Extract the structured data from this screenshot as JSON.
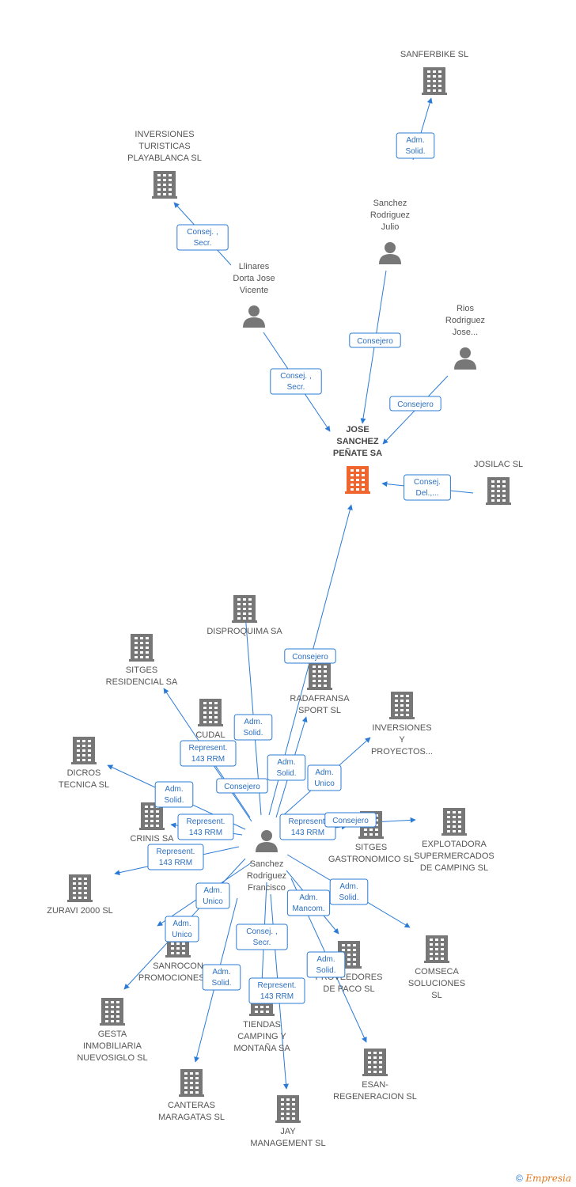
{
  "colors": {
    "edge": "#2b7bd6",
    "company": "#777777",
    "focus": "#f0642e",
    "person": "#777777"
  },
  "nodes": [
    {
      "id": "sanferbike",
      "type": "company",
      "icon": "building-icon",
      "label": [
        "SANFERBIKE SL"
      ]
    },
    {
      "id": "playablanca",
      "type": "company",
      "icon": "building-icon",
      "label": [
        "INVERSIONES",
        "TURISTICAS",
        "PLAYABLANCA SL"
      ]
    },
    {
      "id": "julio",
      "type": "person",
      "icon": "person-icon",
      "label": [
        "Sanchez",
        "Rodriguez",
        "Julio"
      ]
    },
    {
      "id": "llinares",
      "type": "person",
      "icon": "person-icon",
      "label": [
        "Llinares",
        "Dorta Jose",
        "Vicente"
      ]
    },
    {
      "id": "rios",
      "type": "person",
      "icon": "person-icon",
      "label": [
        "Rios",
        "Rodriguez",
        "Jose..."
      ]
    },
    {
      "id": "jsp",
      "type": "focus",
      "icon": "building-icon",
      "label": [
        "JOSE",
        "SANCHEZ",
        "PEÑATE SA"
      ]
    },
    {
      "id": "josilac",
      "type": "company",
      "icon": "building-icon",
      "label": [
        "JOSILAC SL"
      ]
    },
    {
      "id": "disproquima",
      "type": "company",
      "icon": "building-icon",
      "label": [
        "DISPROQUIMA SA"
      ]
    },
    {
      "id": "sitgesres",
      "type": "company",
      "icon": "building-icon",
      "label": [
        "SITGES",
        "RESIDENCIAL SA"
      ]
    },
    {
      "id": "radafransa",
      "type": "company",
      "icon": "building-icon",
      "label": [
        "RADAFRANSA",
        "SPORT SL"
      ]
    },
    {
      "id": "invproy",
      "type": "company",
      "icon": "building-icon",
      "label": [
        "INVERSIONES",
        "Y",
        "PROYECTOS..."
      ]
    },
    {
      "id": "cudal",
      "type": "company",
      "icon": "building-icon",
      "label": [
        "CUDAL",
        "D..."
      ]
    },
    {
      "id": "dicros",
      "type": "company",
      "icon": "building-icon",
      "label": [
        "DICROS",
        "TECNICA SL"
      ]
    },
    {
      "id": "crinis",
      "type": "company",
      "icon": "building-icon",
      "label": [
        "CRINIS SA"
      ]
    },
    {
      "id": "sitgesgas",
      "type": "company",
      "icon": "building-icon",
      "label": [
        "SITGES",
        "GASTRONOMICO SL"
      ]
    },
    {
      "id": "explot",
      "type": "company",
      "icon": "building-icon",
      "label": [
        "EXPLOTADORA",
        "SUPERMERCADOS",
        "DE CAMPING SL"
      ]
    },
    {
      "id": "francisco",
      "type": "person",
      "icon": "person-icon",
      "label": [
        "Sanchez",
        "Rodriguez",
        "Francisco"
      ]
    },
    {
      "id": "zuravi",
      "type": "company",
      "icon": "building-icon",
      "label": [
        "ZURAVI 2000 SL"
      ]
    },
    {
      "id": "sanrocon",
      "type": "company",
      "icon": "building-icon",
      "label": [
        "SANROCON",
        "PROMOCIONES SL"
      ]
    },
    {
      "id": "proveedores",
      "type": "company",
      "icon": "building-icon",
      "label": [
        "PROVEEDORES",
        "DE PACO SL"
      ]
    },
    {
      "id": "comseca",
      "type": "company",
      "icon": "building-icon",
      "label": [
        "COMSECA",
        "SOLUCIONES",
        "SL"
      ]
    },
    {
      "id": "gesta",
      "type": "company",
      "icon": "building-icon",
      "label": [
        "GESTA",
        "INMOBILIARIA",
        "NUEVOSIGLO SL"
      ]
    },
    {
      "id": "tiendas",
      "type": "company",
      "icon": "building-icon",
      "label": [
        "TIENDAS",
        "CAMPING Y",
        "MONTAÑA SA"
      ]
    },
    {
      "id": "esan",
      "type": "company",
      "icon": "building-icon",
      "label": [
        "ESAN-",
        "REGENERACION SL"
      ]
    },
    {
      "id": "canteras",
      "type": "company",
      "icon": "building-icon",
      "label": [
        "CANTERAS",
        "MARAGATAS SL"
      ]
    },
    {
      "id": "jay",
      "type": "company",
      "icon": "building-icon",
      "label": [
        "JAY",
        "MANAGEMENT SL"
      ]
    }
  ],
  "edges": [
    {
      "from": "julio",
      "to": "sanferbike",
      "label": [
        "Adm.",
        "Solid."
      ]
    },
    {
      "from": "llinares",
      "to": "playablanca",
      "label": [
        "Consej. ,",
        "Secr."
      ]
    },
    {
      "from": "julio",
      "to": "jsp",
      "label": [
        "Consejero"
      ]
    },
    {
      "from": "llinares",
      "to": "jsp",
      "label": [
        "Consej. ,",
        "Secr."
      ]
    },
    {
      "from": "rios",
      "to": "jsp",
      "label": [
        "Consejero"
      ]
    },
    {
      "from": "josilac",
      "to": "jsp",
      "label": [
        "Consej.",
        "Del.,..."
      ]
    },
    {
      "from": "francisco",
      "to": "jsp",
      "label": [
        "Consejero"
      ]
    },
    {
      "from": "francisco",
      "to": "disproquima",
      "label": [
        "Adm.",
        "Solid."
      ]
    },
    {
      "from": "francisco",
      "to": "sitgesres",
      "label": [
        "Consejero"
      ]
    },
    {
      "from": "francisco",
      "to": "radafransa",
      "label": [
        "Adm.",
        "Solid."
      ]
    },
    {
      "from": "francisco",
      "to": "invproy",
      "label": [
        "Adm.",
        "Unico"
      ]
    },
    {
      "from": "francisco",
      "to": "cudal",
      "label": [
        "Represent.",
        "143 RRM"
      ]
    },
    {
      "from": "francisco",
      "to": "dicros",
      "label": [
        "Adm.",
        "Solid."
      ]
    },
    {
      "from": "francisco",
      "to": "crinis",
      "label": [
        "Represent.",
        "143 RRM"
      ]
    },
    {
      "from": "francisco",
      "to": "sitgesgas",
      "label": [
        "Represent.",
        "143 RRM"
      ]
    },
    {
      "from": "francisco",
      "to": "explot",
      "label": [
        "Consejero"
      ]
    },
    {
      "from": "francisco",
      "to": "zuravi",
      "label": [
        "Represent.",
        "143 RRM"
      ]
    },
    {
      "from": "francisco",
      "to": "sanrocon",
      "label": [
        "Adm.",
        "Unico"
      ]
    },
    {
      "from": "francisco",
      "to": "proveedores",
      "label": [
        "Adm.",
        "Mancom."
      ]
    },
    {
      "from": "francisco",
      "to": "comseca",
      "label": [
        "Adm.",
        "Solid."
      ]
    },
    {
      "from": "francisco",
      "to": "gesta",
      "label": [
        "Adm.",
        "Unico"
      ]
    },
    {
      "from": "francisco",
      "to": "tiendas",
      "label": [
        "Represent.",
        "143 RRM"
      ]
    },
    {
      "from": "francisco",
      "to": "esan",
      "label": [
        "Adm.",
        "Solid."
      ]
    },
    {
      "from": "francisco",
      "to": "canteras",
      "label": [
        "Adm.",
        "Solid."
      ]
    },
    {
      "from": "francisco",
      "to": "jay",
      "label": [
        "Consej. ,",
        "Secr."
      ]
    }
  ],
  "footer": {
    "copyright": "©",
    "brand": "Empresia"
  }
}
